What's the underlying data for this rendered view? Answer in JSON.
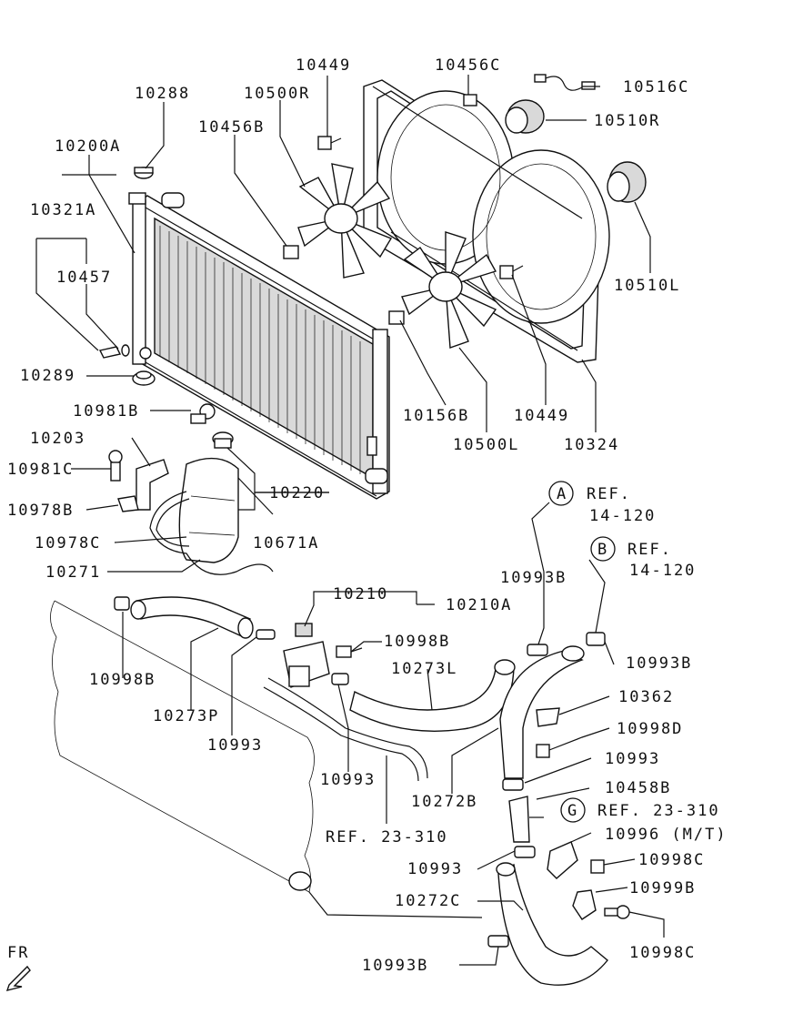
{
  "labels": {
    "l10288": "10288",
    "l10200A": "10200A",
    "l10321A": "10321A",
    "l10457": "10457",
    "l10289": "10289",
    "l10981B": "10981B",
    "l10203": "10203",
    "l10981C": "10981C",
    "l10978B": "10978B",
    "l10978C": "10978C",
    "l10271": "10271",
    "l10449a": "10449",
    "l10500R": "10500R",
    "l10456B": "10456B",
    "l10456C": "10456C",
    "l10516C": "10516C",
    "l10510R": "10510R",
    "l10510L": "10510L",
    "l10156B": "10156B",
    "l10500L": "10500L",
    "l10449b": "10449",
    "l10324": "10324",
    "l10220": "10220",
    "l10671A": "10671A",
    "l10210": "10210",
    "l10210A": "10210A",
    "l10998B": "10998B",
    "l10273L": "10273L",
    "l10998Ba": "10998B",
    "l10273P": "10273P",
    "l10993a": "10993",
    "l10993b": "10993",
    "l10272B": "10272B",
    "l10993Ba": "10993B",
    "l10993Bb": "10993B",
    "l10362": "10362",
    "l10998D": "10998D",
    "l10993c": "10993",
    "l10458B": "10458B",
    "l10996": "10996 (M/T)",
    "l10993d": "10993",
    "l10998C": "10998C",
    "l10999B": "10999B",
    "l10998Cb": "10998C",
    "l10272C": "10272C",
    "l10993Bc": "10993B",
    "refA1": "REF.",
    "refA2": "14-120",
    "refB1": "REF.",
    "refB2": "14-120",
    "refG1": "REF. 23-310",
    "refBottom": "REF. 23-310",
    "circleA": "A",
    "circleB": "B",
    "circleG": "G",
    "fr": "FR"
  }
}
